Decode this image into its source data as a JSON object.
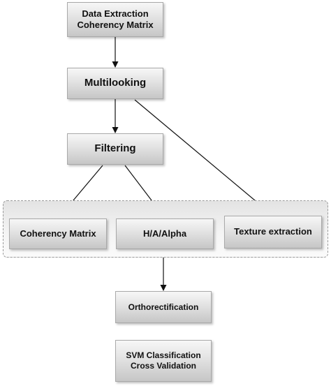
{
  "nodes": {
    "data_extraction": {
      "line1": "Data Extraction",
      "line2": "Coherency Matrix"
    },
    "multilooking": {
      "label": "Multilooking"
    },
    "filtering": {
      "label": "Filtering"
    },
    "coherency_matrix": {
      "label": "Coherency Matrix"
    },
    "h_a_alpha": {
      "label": "H/A/Alpha"
    },
    "texture_extraction": {
      "label": "Texture extraction"
    },
    "orthorectification": {
      "label": "Orthorectification"
    },
    "svm": {
      "line1": "SVM Classification",
      "line2": "Cross Validation"
    }
  },
  "edges": [
    {
      "from": "data_extraction",
      "to": "multilooking"
    },
    {
      "from": "multilooking",
      "to": "filtering"
    },
    {
      "from": "multilooking",
      "to": "texture_extraction"
    },
    {
      "from": "filtering",
      "to": "coherency_matrix"
    },
    {
      "from": "filtering",
      "to": "h_a_alpha"
    },
    {
      "from": "feature_group",
      "to": "orthorectification"
    }
  ],
  "colors": {
    "arrow": "#111111",
    "box_border": "#a9a9a9",
    "group_border": "#9a9a9a"
  }
}
